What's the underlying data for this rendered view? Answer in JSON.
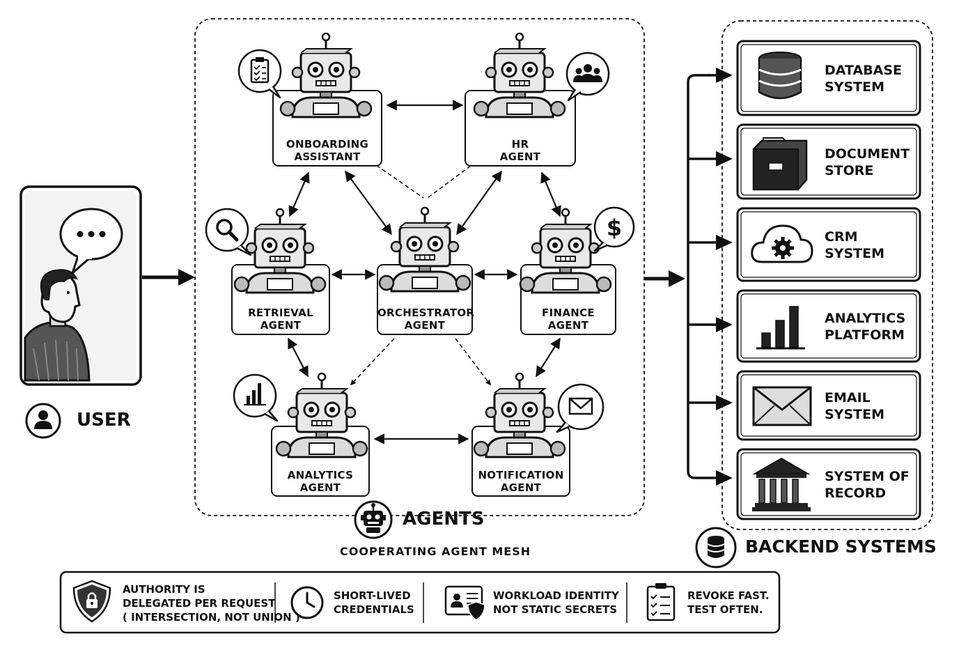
{
  "user": {
    "label": "USER"
  },
  "agents": {
    "title": "AGENTS",
    "subtitle": "COOPERATING AGENT MESH",
    "items": [
      {
        "id": "onboarding",
        "line1": "ONBOARDING",
        "line2": "ASSISTANT",
        "badge": "clipboard-icon"
      },
      {
        "id": "hr",
        "line1": "HR",
        "line2": "AGENT",
        "badge": "people-icon"
      },
      {
        "id": "retrieval",
        "line1": "RETRIEVAL",
        "line2": "AGENT",
        "badge": "magnifier-icon"
      },
      {
        "id": "orchestrator",
        "line1": "ORCHESTRATOR",
        "line2": "AGENT",
        "badge": ""
      },
      {
        "id": "finance",
        "line1": "FINANCE",
        "line2": "AGENT",
        "badge": "dollar-icon"
      },
      {
        "id": "analytics",
        "line1": "ANALYTICS",
        "line2": "AGENT",
        "badge": "bar-chart-icon"
      },
      {
        "id": "notification",
        "line1": "NOTIFICATION",
        "line2": "AGENT",
        "badge": "envelope-icon"
      }
    ]
  },
  "backend": {
    "title": "BACKEND SYSTEMS",
    "items": [
      {
        "line1": "DATABASE",
        "line2": "SYSTEM",
        "icon": "database-icon"
      },
      {
        "line1": "DOCUMENT",
        "line2": "STORE",
        "icon": "file-drawer-icon"
      },
      {
        "line1": "CRM",
        "line2": "SYSTEM",
        "icon": "cloud-gear-icon"
      },
      {
        "line1": "ANALYTICS",
        "line2": "PLATFORM",
        "icon": "bar-chart-icon"
      },
      {
        "line1": "EMAIL",
        "line2": "SYSTEM",
        "icon": "envelope-icon"
      },
      {
        "line1": "SYSTEM OF",
        "line2": "RECORD",
        "icon": "building-columns-icon"
      }
    ]
  },
  "footer": [
    {
      "lines": [
        "AUTHORITY IS",
        "DELEGATED PER REQUEST",
        "( INTERSECTION, NOT UNION )"
      ],
      "icon": "shield-lock-icon"
    },
    {
      "lines": [
        "SHORT-LIVED",
        "CREDENTIALS"
      ],
      "icon": "clock-icon"
    },
    {
      "lines": [
        "WORKLOAD IDENTITY",
        "NOT STATIC SECRETS"
      ],
      "icon": "id-card-icon"
    },
    {
      "lines": [
        "REVOKE FAST.",
        "TEST OFTEN."
      ],
      "icon": "checklist-icon"
    }
  ]
}
